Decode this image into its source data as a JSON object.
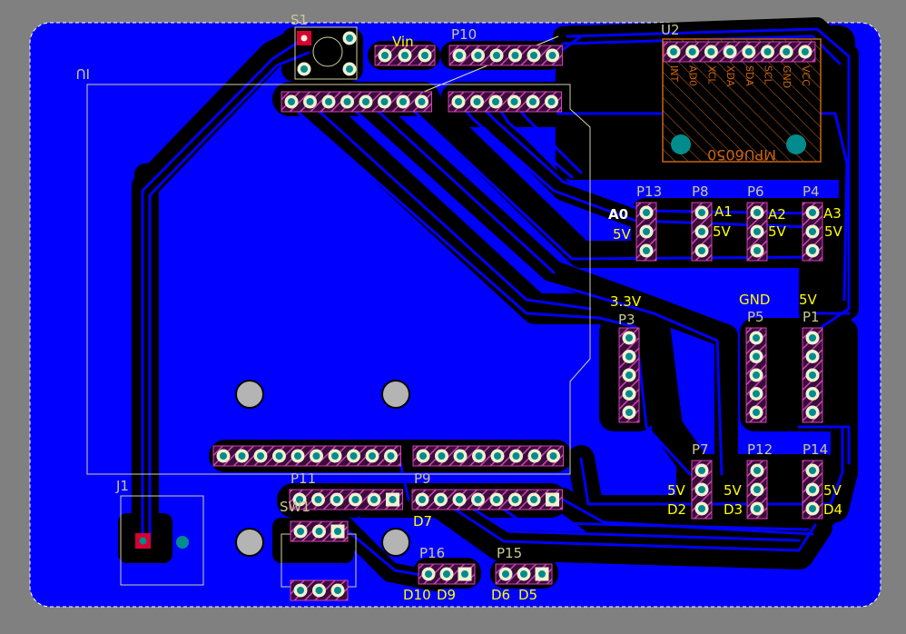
{
  "colors": {
    "background": "#808080",
    "board": "#0000ff",
    "board_outline": "#ffffff",
    "void": "#000000",
    "trace": "#0000ff",
    "silkscreen": "#ffff00",
    "designator": "#c8c896",
    "outline": "#d2d2a0",
    "pad_ring": "#f0f0d2",
    "pad_hole": "#008c8c",
    "pad_square": "#d70032",
    "hatch": "#d241b4",
    "mount_hole": "#008c8c",
    "chip_body": "#c86414"
  },
  "designators": {
    "s1": "S1",
    "iu": "IU",
    "u2": "U2",
    "p10": "P10",
    "p13": "P13",
    "p8": "P8",
    "p6": "P6",
    "p4": "P4",
    "p3": "P3",
    "p5": "P5",
    "p1": "P1",
    "p7": "P7",
    "p12": "P12",
    "p14": "P14",
    "p11": "P11",
    "p9": "P9",
    "p16": "P16",
    "p15": "P15",
    "j1": "J1",
    "sw1": "SW1"
  },
  "labels": {
    "vin": "Vin",
    "a0": "A0",
    "a1": "A1",
    "a2": "A2",
    "a3": "A3",
    "v5_p13": "5V",
    "v5_p8": "5V",
    "v5_p6": "5V",
    "v5_p4": "5V",
    "v33": "3.3V",
    "gnd": "GND",
    "v5_p1": "5V",
    "v5_p7": "5V",
    "d2": "D2",
    "v5_p12": "5V",
    "d3": "D3",
    "v5_p14": "5V",
    "d4": "D4",
    "d7": "D7",
    "d10": "D10",
    "d9": "D9",
    "d6": "D6",
    "d5": "D5"
  },
  "mpu6050": {
    "pins": [
      "INT",
      "AD0",
      "XCL",
      "XDA",
      "SDA",
      "SCL",
      "GND",
      "VCC"
    ],
    "name": "MPU6050"
  }
}
